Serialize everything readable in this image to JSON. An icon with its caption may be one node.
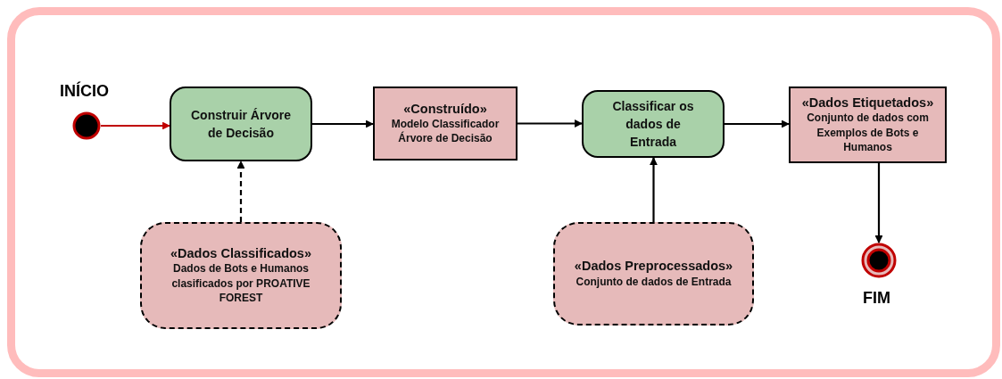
{
  "diagram": {
    "nodes": [
      {
        "text": [],
        "shape": "circle",
        "beside": [
          "INÍCIO"
        ]
      },
      {
        "text": [
          "Construir Árvore de Decisão"
        ]
      },
      {
        "text": [
          "«Construído»",
          "Modelo Classificador Árvore de Decisão"
        ]
      },
      {
        "text": [
          "Classificar os dados de Entrada"
        ]
      },
      {
        "text": [
          "«Dados Etiquetados»",
          "Conjunto de dados com Exemplos de Bots e Humanos"
        ]
      },
      {
        "text": [
          "«Dados Classificados»",
          "Dados de Bots e Humanos clasificados por PROATIVE FOREST"
        ]
      },
      {
        "text": [
          "«Dados Preprocessados»",
          "Conjunto de dados de Entrada"
        ]
      },
      {
        "text": [],
        "shape": "circle",
        "beside": [
          "FIM"
        ]
      }
    ],
    "edges": [
      {
        "from": 0,
        "to": 1,
        "arrow": "to",
        "color": "#c00000"
      },
      {
        "from": 1,
        "to": 2,
        "arrow": "to"
      },
      {
        "from": 2,
        "to": 3,
        "arrow": "to"
      },
      {
        "from": 3,
        "to": 4,
        "arrow": "to"
      },
      {
        "from": 5,
        "to": 1,
        "arrow": "to",
        "style": "dashed"
      },
      {
        "from": 6,
        "to": 3,
        "arrow": "to"
      },
      {
        "from": 4,
        "to": 7,
        "arrow": "to"
      }
    ]
  }
}
